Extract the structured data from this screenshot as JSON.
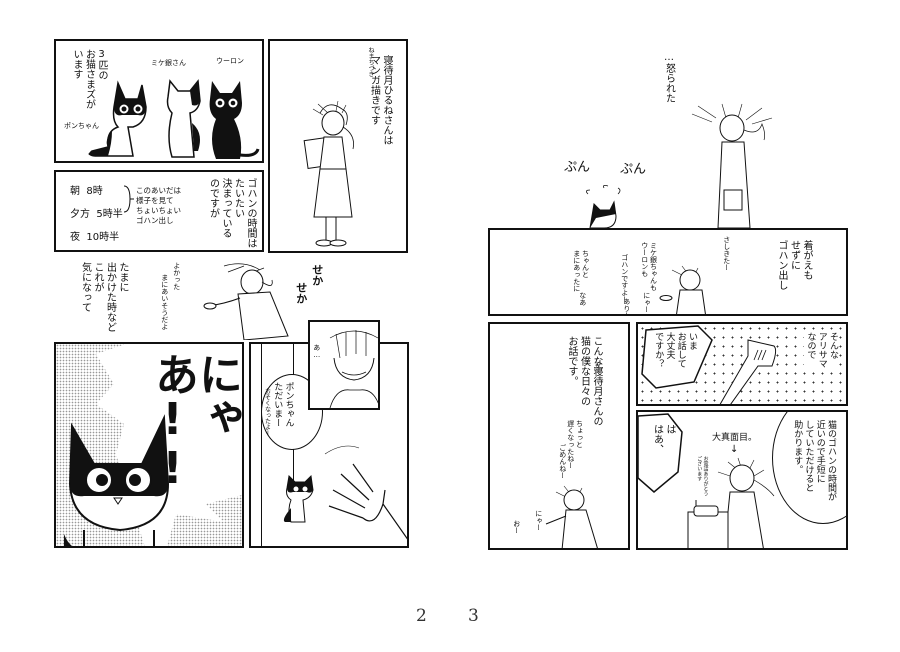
{
  "spread": {
    "page_numbers": [
      "2",
      "3"
    ]
  },
  "left_page": {
    "panel1": {
      "narration": "3匹の\nお猫さまズが\nいます",
      "cats": [
        {
          "label": "ポンちゃん"
        },
        {
          "label": "ミケ銀さん"
        },
        {
          "label": "ウーロン"
        }
      ]
    },
    "panel2": {
      "narration": "ゴハンの時間は\nたいたい\n決まっている\nのですが",
      "schedule": [
        {
          "time_label": "朝",
          "time": "8時"
        },
        {
          "time_label": "夕方",
          "time": "5時半"
        },
        {
          "time_label": "夜",
          "time": "10時半"
        }
      ],
      "note": "このあいだは\n様子を見て\nちょいちょい\nゴハン出し"
    },
    "panel3": {
      "furigana": "ねまちづき",
      "narration": "寝待月ひるねさんは\nマンガ描きです"
    },
    "panel4": {
      "narration": "たまに\n出かけた時など\nこれが\n気になって",
      "speech": "まにあいそうだよ",
      "speech_small": "よかった",
      "sfx": [
        "せか",
        "せか"
      ]
    },
    "panel5": {
      "sfx": "にゃあ!!"
    },
    "panel6": {
      "speech": "ポンちゃん\nただいまー",
      "speech_small": "おそくなったよー",
      "aside": "あ…"
    }
  },
  "right_page": {
    "panel1": {
      "narration": "…怒られた",
      "sfx": [
        "ぷん",
        "ぷん"
      ]
    },
    "panel2": {
      "narration": "着がえも\nせずに\nゴハン出し",
      "speech1": "さしきたー",
      "speech2": "ミケ銀ちゃんも\nウーロンも",
      "speech3": "ゴハンですよー",
      "speech4": "ちゃんと\nまにあったに",
      "speech5": "にゃー",
      "speech6": "ありー",
      "speech7": "なあ"
    },
    "panel3": {
      "narration": "こんな寝待月さんの\n猫の僕な日々の\nお話です。",
      "furigana": "しもべ",
      "speech1": "ちょっと\n遅くなったねー",
      "speech2": "ごめんねー",
      "speech3": "にゃー",
      "speech4": "おー"
    },
    "panel4": {
      "phone_speech": "いま\nお話して\n大丈夫\nですか？",
      "narration": "そんな\nアリサマ\nなので"
    },
    "panel5": {
      "phone_speech": "猫のゴハンの時間が\n近いので手短に\nしていただけると\n助かります。",
      "reply": "は\nはあ、",
      "label": "大真面目。",
      "aside": "お電話ありがとう\nございます"
    }
  }
}
